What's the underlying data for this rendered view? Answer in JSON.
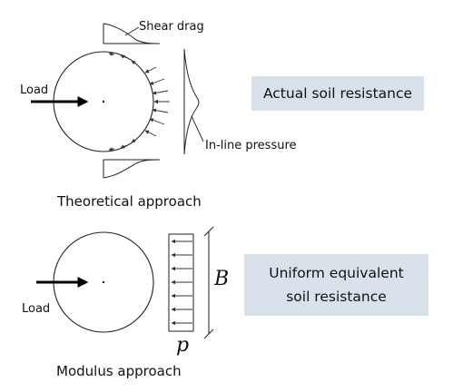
{
  "theoretical": {
    "shear_label": "Shear drag",
    "load_label": "Load",
    "inline_label": "In-line pressure",
    "caption": "Theoretical approach",
    "box_text": "Actual soil resistance"
  },
  "modulus": {
    "load_label": "Load",
    "caption": "Modulus approach",
    "b_label": "B",
    "p_label": "p",
    "box_text": "Uniform equivalent soil resistance"
  },
  "colors": {
    "box_fill": "#d9e2ea",
    "line": "#222222"
  }
}
